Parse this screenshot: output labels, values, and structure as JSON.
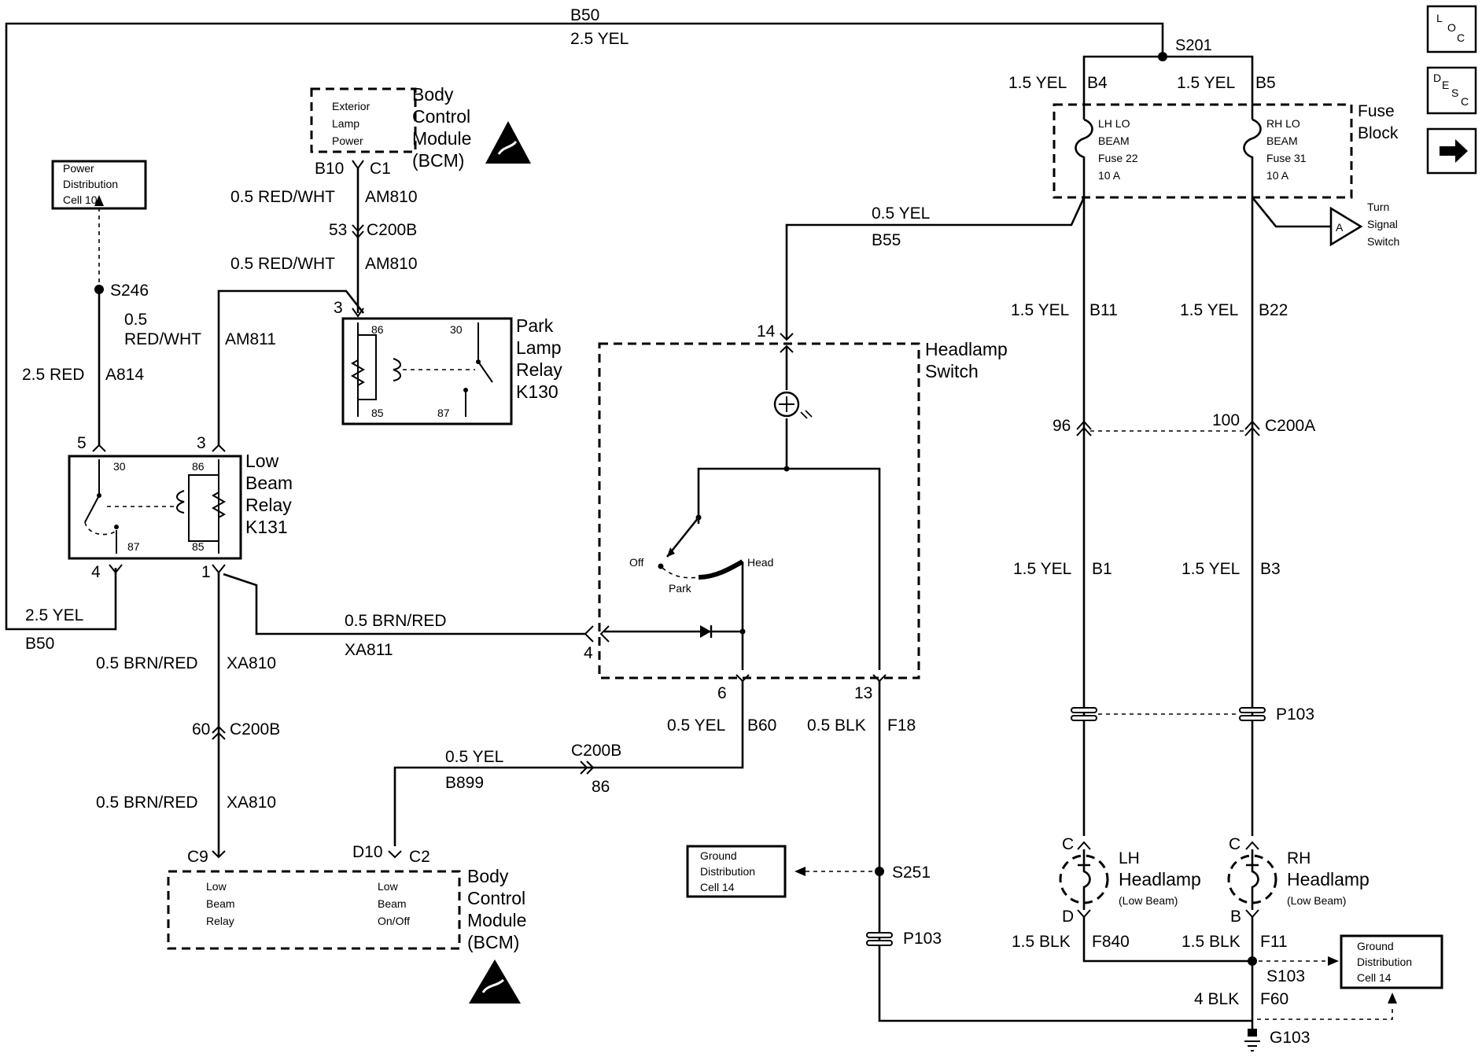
{
  "nav": {
    "loc": [
      "L",
      "O",
      "C"
    ],
    "desc": [
      "D",
      "E",
      "S",
      "C"
    ]
  },
  "top_wire": {
    "circuit": "B50",
    "wire": "2.5 YEL"
  },
  "splice_s201": "S201",
  "fuse_block": {
    "title": [
      "Fuse",
      "Block"
    ],
    "lh_wire": "1.5 YEL",
    "lh_circuit": "B4",
    "rh_wire": "1.5 YEL",
    "rh_circuit": "B5",
    "lh_fuse": [
      "LH LO",
      "BEAM",
      "Fuse 22",
      "10 A"
    ],
    "rh_fuse": [
      "RH LO",
      "BEAM",
      "Fuse 31",
      "10 A"
    ]
  },
  "turn_signal": {
    "label": [
      "Turn",
      "Signal",
      "Switch"
    ],
    "connector": "A"
  },
  "b55": {
    "wire": "0.5 YEL",
    "circuit": "B55"
  },
  "lh_b11": {
    "wire": "1.5 YEL",
    "circuit": "B11"
  },
  "rh_b22": {
    "wire": "1.5 YEL",
    "circuit": "B22"
  },
  "c200a": {
    "pin_lh": "96",
    "pin_rh": "100",
    "name": "C200A"
  },
  "lh_b1": {
    "wire": "1.5 YEL",
    "circuit": "B1"
  },
  "rh_b3": {
    "wire": "1.5 YEL",
    "circuit": "B3"
  },
  "p103_right": "P103",
  "lh_headlamp": {
    "pin_top": "C",
    "pin_bottom": "D",
    "label": [
      "LH",
      "Headlamp",
      "(Low Beam)"
    ]
  },
  "rh_headlamp": {
    "pin_top": "C",
    "pin_bottom": "B",
    "label": [
      "RH",
      "Headlamp",
      "(Low Beam)"
    ]
  },
  "lh_ground": {
    "wire": "1.5 BLK",
    "circuit": "F840"
  },
  "rh_ground": {
    "wire": "1.5 BLK",
    "circuit": "F11"
  },
  "s103": "S103",
  "g103_wire": {
    "wire": "4 BLK",
    "circuit": "F60"
  },
  "g103": "G103",
  "ground_dist_right": [
    "Ground",
    "Distribution",
    "Cell 14"
  ],
  "ground_dist_left": [
    "Ground",
    "Distribution",
    "Cell 14"
  ],
  "power_dist": [
    "Power",
    "Distribution",
    "Cell 10"
  ],
  "s246": "S246",
  "a814": {
    "wire": "2.5 RED",
    "circuit": "A814"
  },
  "am811": {
    "wire_top": "0.5",
    "wire_bottom": "RED/WHT",
    "circuit": "AM811"
  },
  "bcm_top": {
    "inner": [
      "Exterior",
      "Lamp",
      "Power"
    ],
    "title": [
      "Body",
      "Control",
      "Module",
      "(BCM)"
    ],
    "pin_b10": "B10",
    "pin_c1": "C1"
  },
  "am810_a": {
    "wire": "0.5 RED/WHT",
    "circuit": "AM810"
  },
  "c200b_53": {
    "pin": "53",
    "name": "C200B"
  },
  "am810_b": {
    "wire": "0.5 RED/WHT",
    "circuit": "AM810"
  },
  "park_relay": {
    "pin3": "3",
    "title": [
      "Park",
      "Lamp",
      "Relay",
      "K130"
    ],
    "p86": "86",
    "p30": "30",
    "p85": "85",
    "p87": "87"
  },
  "low_relay": {
    "pin5": "5",
    "pin3": "3",
    "pin4": "4",
    "pin1": "1",
    "title": [
      "Low",
      "Beam",
      "Relay",
      "K131"
    ],
    "p30": "30",
    "p86": "86",
    "p87": "87",
    "p85": "85"
  },
  "b50_left": {
    "wire": "2.5 YEL",
    "circuit": "B50"
  },
  "xa811": {
    "wire": "0.5 BRN/RED",
    "circuit": "XA811"
  },
  "xa810_a": {
    "wire": "0.5 BRN/RED",
    "circuit": "XA810"
  },
  "c200b_60": {
    "pin": "60",
    "name": "C200B"
  },
  "xa810_b": {
    "wire": "0.5 BRN/RED",
    "circuit": "XA810"
  },
  "headlamp_switch": {
    "pin14": "14",
    "title": [
      "Headlamp",
      "Switch"
    ],
    "pin4": "4",
    "pin6": "6",
    "pin13": "13",
    "off": "Off",
    "park": "Park",
    "head": "Head"
  },
  "b60": {
    "wire": "0.5 YEL",
    "circuit": "B60"
  },
  "f18": {
    "wire": "0.5 BLK",
    "circuit": "F18"
  },
  "b899": {
    "wire": "0.5 YEL",
    "circuit": "B899",
    "connector": "C200B",
    "pin": "86"
  },
  "s251": "S251",
  "p103_left": "P103",
  "bcm_bottom": {
    "pin_c9": "C9",
    "pin_d10": "D10",
    "pin_c2": "C2",
    "left_inner": [
      "Low",
      "Beam",
      "Relay"
    ],
    "right_inner": [
      "Low",
      "Beam",
      "On/Off"
    ],
    "title": [
      "Body",
      "Control",
      "Module",
      "(BCM)"
    ]
  }
}
